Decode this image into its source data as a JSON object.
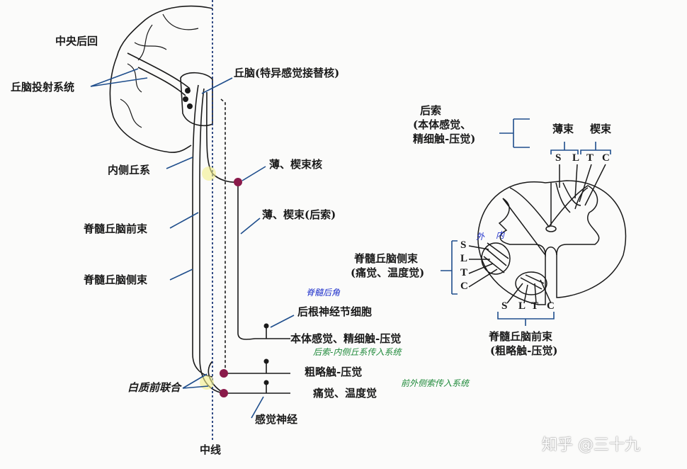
{
  "left": {
    "postcentral_gyrus": "中央后回",
    "thalamic_projection": "丘脑投射系统",
    "thalamus": "丘脑(特异感觉接替核)",
    "medial_lemniscus": "内侧丘系",
    "gracile_cuneate_nuclei": "薄、楔束核",
    "gracile_cuneate_tracts": "薄、楔束(后索)",
    "anterior_spinothalamic": "脊髓丘脑前束",
    "lateral_spinothalamic": "脊髓丘脑侧束",
    "dorsal_root_ganglion": "后根神经节细胞",
    "proprioception": "本体感觉、精细触-压觉",
    "crude_touch": "粗略触-压觉",
    "pain_temp": "痛觉、温度觉",
    "sensory_nerve": "感觉神经",
    "midline": "中线",
    "white_commissure_note": "白质前联合",
    "note_blue": "脊髓后角",
    "note_green_1": "后索-内侧丘系传入系统",
    "note_green_2": "前外侧索传入系统"
  },
  "right": {
    "posterior_funiculus": "后索",
    "posterior_funiculus_desc_1": "(本体感觉、",
    "posterior_funiculus_desc_2": "精细触-压觉)",
    "gracile": "薄束",
    "cuneate": "楔束",
    "top_letters": [
      "S",
      "L",
      "T",
      "C"
    ],
    "lateral_tract": "脊髓丘脑侧束",
    "lateral_tract_desc": "(痛觉、温度觉)",
    "lateral_letters": [
      "S",
      "L",
      "T",
      "C"
    ],
    "note_outer": "外",
    "note_inner": "内",
    "bottom_letters": [
      "S",
      "L",
      "T",
      "C"
    ],
    "anterior_tract": "脊髓丘脑前束",
    "anterior_tract_desc": "(粗略触-压觉)"
  },
  "watermark": "知乎 @三十九",
  "colors": {
    "line": "#1a1a1a",
    "pointer": "#1f4e8c",
    "nucleus": "#8a1a4a",
    "highlight": "#f3f08a",
    "note_blue": "#2233cc",
    "note_green": "#1f8a3a"
  }
}
